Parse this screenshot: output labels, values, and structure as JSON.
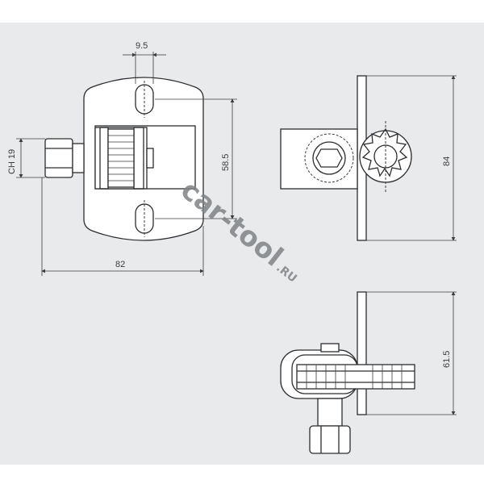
{
  "dimensions": {
    "hole_width": "9.5",
    "height_holes": "58.5",
    "hex_size": "CH 19",
    "total_width": "82",
    "side_height": "84",
    "bottom_height": "61.5"
  },
  "watermark": {
    "brand": "car-tool",
    "suffix": ".RU"
  }
}
